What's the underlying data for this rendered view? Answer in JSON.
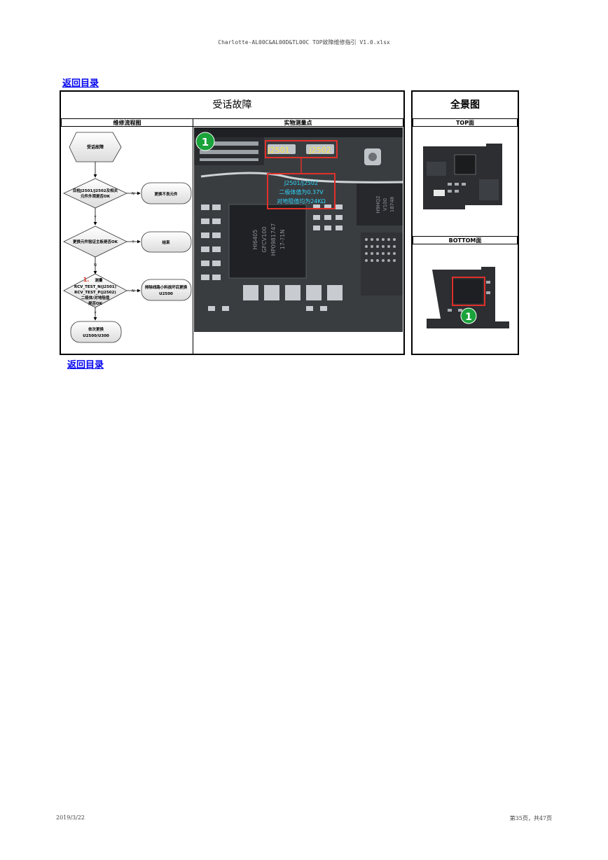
{
  "header": {
    "file_title": "Charlotte-AL00C&AL00D&TL00C TOP故障维修指引 V1.0.xlsx"
  },
  "nav": {
    "back_top": "返回目录",
    "back_bottom": "返回目录"
  },
  "fault_panel": {
    "title": "受话故障",
    "flow_header": "维修流程图",
    "photo_header": "实物测量点"
  },
  "overview_panel": {
    "title": "全景图",
    "top_header": "TOP面",
    "bottom_header": "BOTTOM面"
  },
  "flowchart": {
    "start": "受话故障",
    "step1": [
      "目检J2501/J2502及相关",
      "元件外观是否OK"
    ],
    "step1_no": "N",
    "step1_action": "更换不良元件",
    "step1_yes": "Y",
    "step2": "更换元件验证主板是否OK",
    "step2_yes": "Y",
    "step2_action": "结束",
    "step2_no": "N",
    "step3_num": "1.",
    "step3": [
      "测量",
      "RCV_TEST_N(J2501)",
      "RCV_TEST_P(J2502)",
      "二极体/对地阻值",
      "是否OK"
    ],
    "step3_no": "N",
    "step3_action": [
      "排除线路小料损坏后更换",
      "U2500"
    ],
    "step3_yes": "Y",
    "end": [
      "依次更换",
      "U2500/U300"
    ]
  },
  "photo": {
    "badge": "1",
    "label_j2501": "J2501",
    "label_j2502": "J2502",
    "callout": [
      "J2501/J2502",
      "二极体值为0.37V",
      "对地阻值均为24KΩ"
    ],
    "chip_text": [
      "HI6405",
      "GFCV100",
      "HP0981747",
      "17-?1N"
    ],
    "side_chip_text": [
      "H9HQ2",
      "V100",
      "18748"
    ]
  },
  "bottom_badge": "1",
  "footer": {
    "date": "2019/3/22",
    "page": "第35页，共47页"
  },
  "colors": {
    "highlight": "#e0302a",
    "badge_green": "#1aa33a",
    "callout_text": "#2fd8ff",
    "label_yellow": "#ffe14a",
    "link": "#0000ee"
  }
}
